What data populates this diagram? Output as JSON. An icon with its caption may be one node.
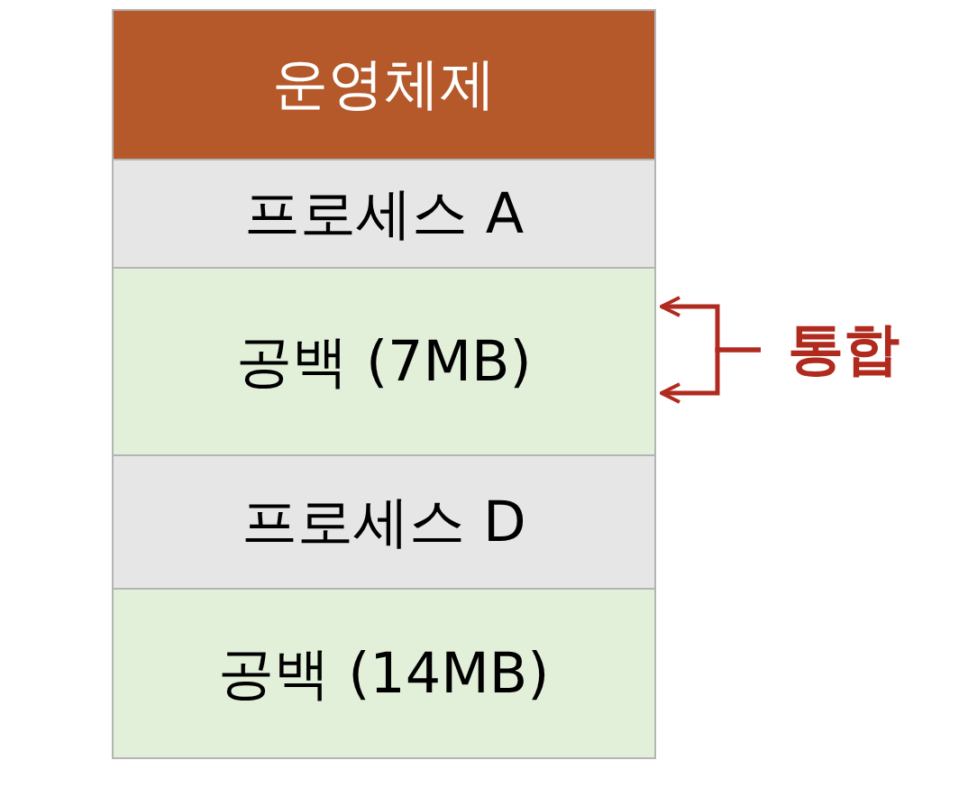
{
  "diagram": {
    "nodes": [
      {
        "text": [
          "운영체제"
        ]
      },
      {
        "text": [
          "프로세스 A"
        ]
      },
      {
        "text": [
          "공백 (7MB)"
        ]
      },
      {
        "text": [
          "프로세스 D"
        ]
      },
      {
        "text": [
          "공백 (14MB)"
        ]
      },
      {
        "text": [
          "통합"
        ]
      }
    ],
    "edges": [
      {
        "from": 5,
        "to": 2,
        "arrow": "to",
        "color": "#b02a1e"
      },
      {
        "from": 5,
        "to": 2,
        "arrow": "to",
        "color": "#b02a1e"
      }
    ]
  }
}
